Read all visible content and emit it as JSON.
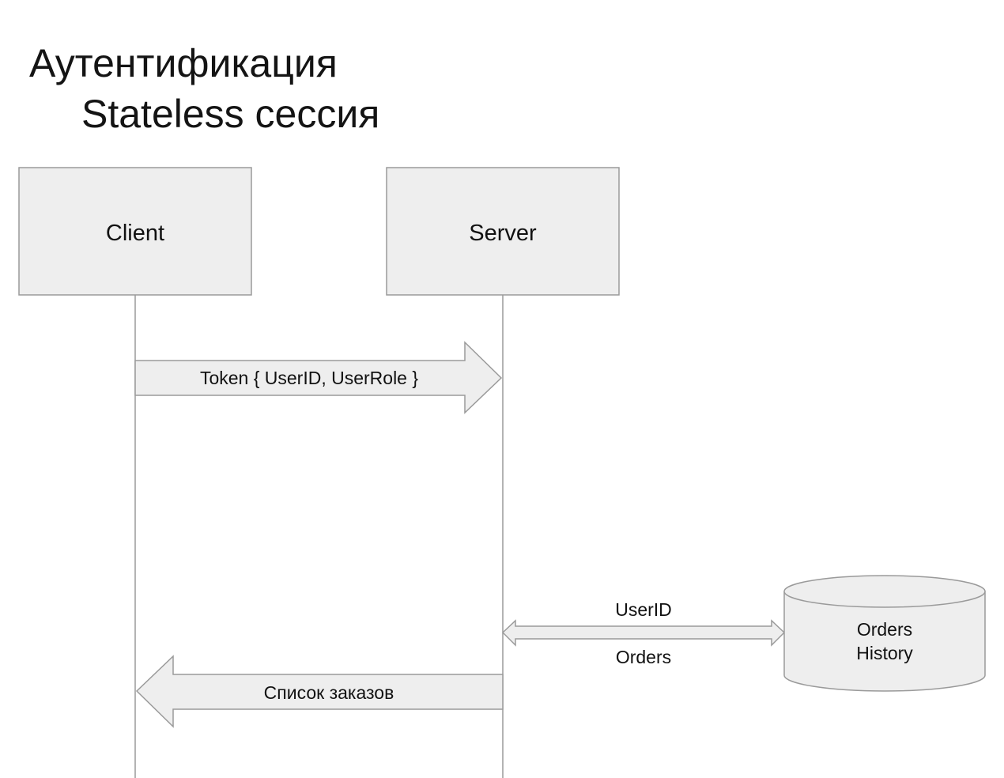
{
  "title": {
    "line1": "Аутентификация",
    "line2": "Stateless сессия"
  },
  "participants": {
    "client": "Client",
    "server": "Server"
  },
  "messages": {
    "token": "Token { UserID, UserRole }",
    "orders_list": "Список заказов",
    "db_request": "UserID",
    "db_response": "Orders"
  },
  "database": {
    "line1": "Orders",
    "line2": "History"
  },
  "colors": {
    "box_fill": "#eeeeee",
    "stroke": "#9a9a9a",
    "text": "#111111"
  }
}
